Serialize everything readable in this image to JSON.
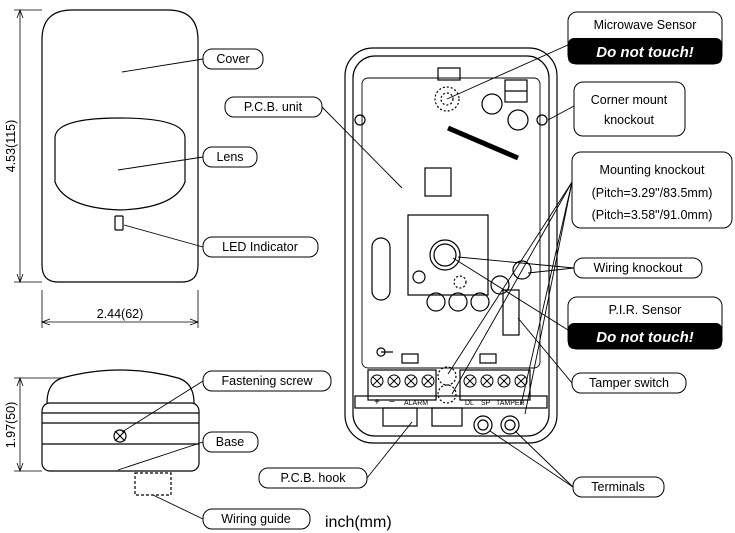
{
  "dimensions": {
    "height_front": "4.53(115)",
    "width_front": "2.44(62)",
    "height_side": "1.97(50)",
    "unit": "inch(mm)"
  },
  "labels": {
    "cover": "Cover",
    "lens": "Lens",
    "led_indicator": "LED Indicator",
    "fastening_screw": "Fastening screw",
    "base": "Base",
    "wiring_guide": "Wiring guide",
    "pcb_hook": "P.C.B. hook",
    "pcb_unit": "P.C.B. unit",
    "microwave_sensor": "Microwave Sensor",
    "do_not_touch_1": "Do not touch!",
    "corner_mount_1": "Corner mount",
    "corner_mount_2": "knockout",
    "mounting_knockout_1": "Mounting knockout",
    "mounting_knockout_2": "(Pitch=3.29\"/83.5mm)",
    "mounting_knockout_3": "(Pitch=3.58\"/91.0mm)",
    "wiring_knockout": "Wiring knockout",
    "pir_sensor": "P.I.R. Sensor",
    "do_not_touch_2": "Do not touch!",
    "tamper_switch": "Tamper switch",
    "terminals": "Terminals"
  },
  "terminal_labels": {
    "plus": "+",
    "minus": "−",
    "alarm": "ALARM",
    "dl": "DL",
    "sp": "SP",
    "tamper": "TAMPER"
  },
  "colors": {
    "line": "#000000",
    "warning_bg": "#000000",
    "warning_text": "#ffffff"
  }
}
